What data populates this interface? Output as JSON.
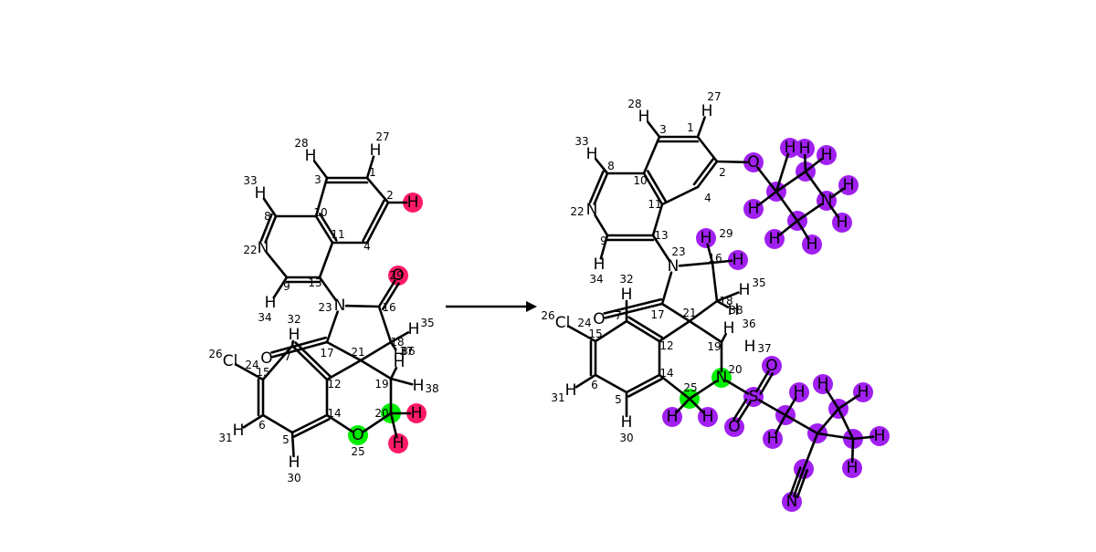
{
  "reaction": {
    "arrow": "reaction-arrow",
    "reactant": {
      "atoms": [
        {
          "id": "1",
          "sym": "",
          "idx": "1"
        },
        {
          "id": "2",
          "sym": "",
          "idx": "2"
        },
        {
          "id": "3",
          "sym": "",
          "idx": "3"
        },
        {
          "id": "4",
          "sym": "",
          "idx": "4"
        },
        {
          "id": "5",
          "sym": "",
          "idx": "5"
        },
        {
          "id": "6",
          "sym": "",
          "idx": "6"
        },
        {
          "id": "7",
          "sym": "",
          "idx": "7"
        },
        {
          "id": "8",
          "sym": "",
          "idx": "8"
        },
        {
          "id": "9",
          "sym": "",
          "idx": "9"
        },
        {
          "id": "10",
          "sym": "",
          "idx": "10"
        },
        {
          "id": "11",
          "sym": "",
          "idx": "11"
        },
        {
          "id": "12",
          "sym": "",
          "idx": "12"
        },
        {
          "id": "13",
          "sym": "",
          "idx": "13"
        },
        {
          "id": "14",
          "sym": "",
          "idx": "14"
        },
        {
          "id": "15",
          "sym": "",
          "idx": "15"
        },
        {
          "id": "16",
          "sym": "",
          "idx": "16"
        },
        {
          "id": "17",
          "sym": "",
          "idx": "17"
        },
        {
          "id": "18",
          "sym": "",
          "idx": "18"
        },
        {
          "id": "19",
          "sym": "",
          "idx": "19"
        },
        {
          "id": "20",
          "sym": "",
          "idx": "20",
          "hl": "green"
        },
        {
          "id": "21",
          "sym": "",
          "idx": "21"
        },
        {
          "id": "22",
          "sym": "N",
          "idx": "22"
        },
        {
          "id": "23",
          "sym": "N",
          "idx": "23"
        },
        {
          "id": "24",
          "sym": "",
          "idx": "24"
        },
        {
          "id": "25",
          "sym": "O",
          "idx": "25",
          "hl": "green"
        },
        {
          "id": "26",
          "sym": "Cl",
          "idx": "26"
        },
        {
          "id": "27",
          "sym": "H",
          "idx": "27"
        },
        {
          "id": "28",
          "sym": "H",
          "idx": "28"
        },
        {
          "id": "29",
          "sym": "O",
          "idx": "29",
          "hl": "pink"
        },
        {
          "id": "30",
          "sym": "H",
          "idx": "30"
        },
        {
          "id": "31",
          "sym": "H",
          "idx": "31"
        },
        {
          "id": "32",
          "sym": "H",
          "idx": "32"
        },
        {
          "id": "33",
          "sym": "H",
          "idx": "33"
        },
        {
          "id": "34",
          "sym": "H",
          "idx": "34"
        },
        {
          "id": "35",
          "sym": "H",
          "idx": "35"
        },
        {
          "id": "36",
          "sym": "H",
          "idx": "36"
        },
        {
          "id": "37",
          "sym": "H",
          "idx": "37"
        },
        {
          "id": "38",
          "sym": "H",
          "idx": "38"
        },
        {
          "id": "O7",
          "sym": "O",
          "idx": ""
        },
        {
          "id": "H2",
          "sym": "H",
          "idx": "",
          "hl": "pink"
        },
        {
          "id": "H20a",
          "sym": "H",
          "idx": "",
          "hl": "pink"
        },
        {
          "id": "H20b",
          "sym": "H",
          "idx": "",
          "hl": "pink"
        }
      ]
    },
    "product": {
      "atoms": [
        {
          "id": "1",
          "sym": "",
          "idx": "1"
        },
        {
          "id": "2",
          "sym": "",
          "idx": "2"
        },
        {
          "id": "3",
          "sym": "",
          "idx": "3"
        },
        {
          "id": "4",
          "sym": "",
          "idx": "4"
        },
        {
          "id": "5",
          "sym": "",
          "idx": "5"
        },
        {
          "id": "6",
          "sym": "",
          "idx": "6"
        },
        {
          "id": "7",
          "sym": "",
          "idx": "7"
        },
        {
          "id": "8",
          "sym": "",
          "idx": "8"
        },
        {
          "id": "9",
          "sym": "",
          "idx": "9"
        },
        {
          "id": "10",
          "sym": "",
          "idx": "10"
        },
        {
          "id": "11",
          "sym": "",
          "idx": "11"
        },
        {
          "id": "12",
          "sym": "",
          "idx": "12"
        },
        {
          "id": "13",
          "sym": "",
          "idx": "13"
        },
        {
          "id": "14",
          "sym": "",
          "idx": "14"
        },
        {
          "id": "15",
          "sym": "",
          "idx": "15"
        },
        {
          "id": "16",
          "sym": "",
          "idx": "16"
        },
        {
          "id": "17",
          "sym": "",
          "idx": "17"
        },
        {
          "id": "18",
          "sym": "",
          "idx": "18"
        },
        {
          "id": "19",
          "sym": "",
          "idx": "19"
        },
        {
          "id": "20",
          "sym": "N",
          "idx": "20",
          "hl": "green"
        },
        {
          "id": "21",
          "sym": "",
          "idx": "21"
        },
        {
          "id": "22",
          "sym": "N",
          "idx": "22"
        },
        {
          "id": "23",
          "sym": "N",
          "idx": "23"
        },
        {
          "id": "24",
          "sym": "",
          "idx": "24"
        },
        {
          "id": "25",
          "sym": "",
          "idx": "25",
          "hl": "green"
        },
        {
          "id": "26",
          "sym": "Cl",
          "idx": "26"
        },
        {
          "id": "27",
          "sym": "H",
          "idx": "27"
        },
        {
          "id": "28",
          "sym": "H",
          "idx": "28"
        },
        {
          "id": "29",
          "sym": "H",
          "idx": "29",
          "hl": "purple"
        },
        {
          "id": "30",
          "sym": "H",
          "idx": "30"
        },
        {
          "id": "31",
          "sym": "H",
          "idx": "31"
        },
        {
          "id": "32",
          "sym": "H",
          "idx": "32"
        },
        {
          "id": "33",
          "sym": "H",
          "idx": "33"
        },
        {
          "id": "34",
          "sym": "H",
          "idx": "34"
        },
        {
          "id": "35",
          "sym": "H",
          "idx": "35"
        },
        {
          "id": "36",
          "sym": "H",
          "idx": "36"
        },
        {
          "id": "37",
          "sym": "H",
          "idx": "37"
        },
        {
          "id": "38",
          "sym": "H",
          "idx": "38"
        },
        {
          "id": "O7",
          "sym": "O",
          "idx": ""
        },
        {
          "id": "H16",
          "sym": "H",
          "idx": "",
          "hl": "purple"
        },
        {
          "id": "H25a",
          "sym": "H",
          "idx": "",
          "hl": "purple"
        },
        {
          "id": "H25b",
          "sym": "H",
          "idx": "",
          "hl": "purple"
        },
        {
          "id": "Oe",
          "sym": "O",
          "idx": "",
          "hl": "purple"
        },
        {
          "id": "Ca",
          "sym": "",
          "idx": "",
          "hl": "purple"
        },
        {
          "id": "Ha1",
          "sym": "H",
          "idx": "",
          "hl": "purple"
        },
        {
          "id": "Ha2",
          "sym": "H",
          "idx": "",
          "hl": "purple"
        },
        {
          "id": "Cb",
          "sym": "",
          "idx": "",
          "hl": "purple"
        },
        {
          "id": "Hb1",
          "sym": "H",
          "idx": "",
          "hl": "purple"
        },
        {
          "id": "Hb2",
          "sym": "H",
          "idx": "",
          "hl": "purple"
        },
        {
          "id": "Cc",
          "sym": "",
          "idx": "",
          "hl": "purple"
        },
        {
          "id": "Hc1",
          "sym": "H",
          "idx": "",
          "hl": "purple"
        },
        {
          "id": "Hc2",
          "sym": "H",
          "idx": "",
          "hl": "purple"
        },
        {
          "id": "Nx",
          "sym": "N",
          "idx": "",
          "hl": "purple"
        },
        {
          "id": "Hn1",
          "sym": "H",
          "idx": "",
          "hl": "purple"
        },
        {
          "id": "Hn2",
          "sym": "H",
          "idx": "",
          "hl": "purple"
        },
        {
          "id": "S",
          "sym": "S",
          "idx": "",
          "hl": "purple"
        },
        {
          "id": "Os1",
          "sym": "O",
          "idx": "",
          "hl": "purple"
        },
        {
          "id": "Os2",
          "sym": "O",
          "idx": "",
          "hl": "purple"
        },
        {
          "id": "Cm",
          "sym": "",
          "idx": "",
          "hl": "purple"
        },
        {
          "id": "Hm1",
          "sym": "H",
          "idx": "",
          "hl": "purple"
        },
        {
          "id": "Hm2",
          "sym": "H",
          "idx": "",
          "hl": "purple"
        },
        {
          "id": "Cq",
          "sym": "",
          "idx": "",
          "hl": "purple"
        },
        {
          "id": "Cr1",
          "sym": "",
          "idx": "",
          "hl": "purple"
        },
        {
          "id": "Hr1a",
          "sym": "H",
          "idx": "",
          "hl": "purple"
        },
        {
          "id": "Hr1b",
          "sym": "H",
          "idx": "",
          "hl": "purple"
        },
        {
          "id": "Cr2",
          "sym": "",
          "idx": "",
          "hl": "purple"
        },
        {
          "id": "Hr2a",
          "sym": "H",
          "idx": "",
          "hl": "purple"
        },
        {
          "id": "Hr2b",
          "sym": "H",
          "idx": "",
          "hl": "purple"
        },
        {
          "id": "Cn",
          "sym": "",
          "idx": "",
          "hl": "purple"
        },
        {
          "id": "Nn",
          "sym": "N",
          "idx": "",
          "hl": "purple"
        }
      ]
    }
  },
  "colors": {
    "bond": "#000000",
    "pink": "#ff1a66",
    "green": "#00ee00",
    "purple": "#a020f0",
    "arrow": "#000000"
  }
}
